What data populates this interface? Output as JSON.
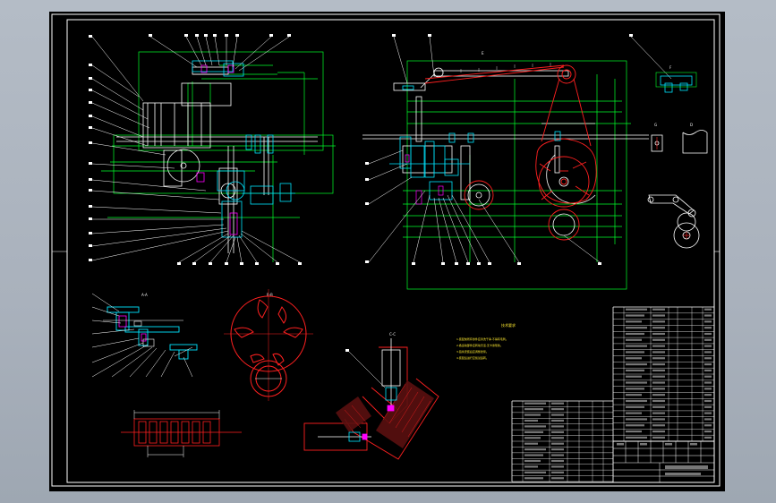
{
  "drawing": {
    "colors": {
      "background": "#000000",
      "border": "#ffffff",
      "green": "#00ff2a",
      "red": "#ff2020",
      "white": "#ffffff",
      "cyan": "#00e5ff",
      "magenta": "#ff00ff",
      "yellow": "#ffea30",
      "blue": "#1e5bff"
    },
    "icons": [
      "cad-drawing-sheet",
      "title-block",
      "parts-list"
    ],
    "view_labels": [
      {
        "id": "detail-a",
        "text": "A-A"
      },
      {
        "id": "section-b",
        "text": "B-B"
      },
      {
        "id": "detail-c",
        "text": "C-C"
      },
      {
        "id": "detail-d",
        "text": "D"
      },
      {
        "id": "view-e",
        "text": "E"
      },
      {
        "id": "view-f",
        "text": "F"
      },
      {
        "id": "view-g",
        "text": "G"
      }
    ],
    "notes_title": "技术要求",
    "notes": [
      "1.装配前所有零件应清洗干净,不得有毛刺。",
      "2.各运动部件应转动灵活,无卡滞现象。",
      "3.链条安装后应调整张紧。",
      "4.装配后进行空载试运转。"
    ]
  }
}
